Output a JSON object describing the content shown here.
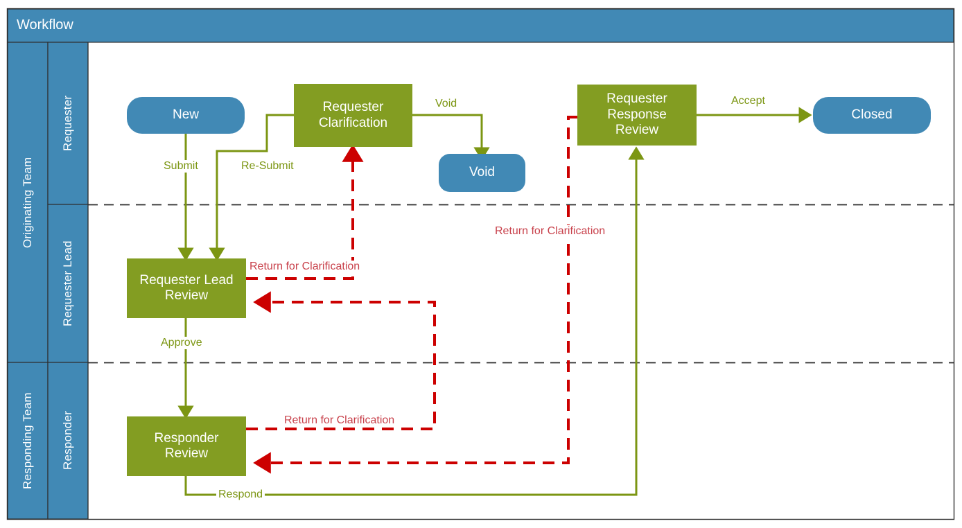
{
  "header": {
    "title": "Workflow",
    "background": "#4189B5",
    "text_color": "#FFFFFF"
  },
  "colors": {
    "blue": "#4189B5",
    "olive": "#839D22",
    "olive_line": "#7C9613",
    "red": "#CC0000",
    "red_text": "#C8414B",
    "border": "#2E2E2E",
    "canvas": "#FFFFFF"
  },
  "pools": [
    {
      "label": "Originating Team",
      "lanes": [
        "Requester",
        "Requester Lead"
      ]
    },
    {
      "label": "Responding Team",
      "lanes": [
        "Responder"
      ]
    }
  ],
  "lanes": [
    {
      "label": "Requester"
    },
    {
      "label": "Requester Lead"
    },
    {
      "label": "Responder"
    }
  ],
  "nodes": [
    {
      "id": "new",
      "label": "New",
      "shape": "rounded",
      "fill": "blue",
      "lane": "Requester"
    },
    {
      "id": "req-clar",
      "label": "Requester\nClarification",
      "shape": "rectangle",
      "fill": "olive",
      "lane": "Requester"
    },
    {
      "id": "void",
      "label": "Void",
      "shape": "rounded",
      "fill": "blue",
      "lane": "Requester"
    },
    {
      "id": "resp-review",
      "label": "Requester\nResponse\nReview",
      "shape": "rectangle",
      "fill": "olive",
      "lane": "Requester"
    },
    {
      "id": "closed",
      "label": "Closed",
      "shape": "rounded",
      "fill": "blue",
      "lane": "Requester"
    },
    {
      "id": "lead-review",
      "label": "Requester Lead\nReview",
      "shape": "rectangle",
      "fill": "olive",
      "lane": "Requester Lead"
    },
    {
      "id": "responder",
      "label": "Responder\nReview",
      "shape": "rectangle",
      "fill": "olive",
      "lane": "Responder"
    }
  ],
  "edges": [
    {
      "id": "e-submit",
      "label": "Submit",
      "style": "solid",
      "color": "olive",
      "from": "new",
      "to": "lead-review"
    },
    {
      "id": "e-resubmit",
      "label": "Re-Submit",
      "style": "solid",
      "color": "olive",
      "from": "req-clar",
      "to": "lead-review"
    },
    {
      "id": "e-void",
      "label": "Void",
      "style": "solid",
      "color": "olive",
      "from": "req-clar",
      "to": "void"
    },
    {
      "id": "e-accept",
      "label": "Accept",
      "style": "solid",
      "color": "olive",
      "from": "resp-review",
      "to": "closed"
    },
    {
      "id": "e-approve",
      "label": "Approve",
      "style": "solid",
      "color": "olive",
      "from": "lead-review",
      "to": "responder"
    },
    {
      "id": "e-respond",
      "label": "Respond",
      "style": "solid",
      "color": "olive",
      "from": "responder",
      "to": "resp-review"
    },
    {
      "id": "e-clar-lead",
      "label": "Return for Clarification",
      "style": "dashed",
      "color": "red",
      "from": "lead-review",
      "to": "req-clar"
    },
    {
      "id": "e-clar-resp",
      "label": "Return for Clarification",
      "style": "dashed",
      "color": "red",
      "from": "responder",
      "to": "lead-review"
    },
    {
      "id": "e-clar-rev",
      "label": "Return for Clarification",
      "style": "dashed",
      "color": "red",
      "from": "resp-review",
      "to": "responder"
    }
  ],
  "node_labels": {
    "new": "New",
    "req_clar_l1": "Requester",
    "req_clar_l2": "Clarification",
    "void": "Void",
    "resp_review_l1": "Requester",
    "resp_review_l2": "Response",
    "resp_review_l3": "Review",
    "closed": "Closed",
    "lead_review_l1": "Requester Lead",
    "lead_review_l2": "Review",
    "responder_l1": "Responder",
    "responder_l2": "Review"
  },
  "edge_labels": {
    "submit": "Submit",
    "resubmit": "Re-Submit",
    "void": "Void",
    "accept": "Accept",
    "approve": "Approve",
    "respond": "Respond",
    "return_clarification_1": "Return for Clarification",
    "return_clarification_2": "Return for Clarification",
    "return_clarification_3": "Return for Clarification"
  }
}
